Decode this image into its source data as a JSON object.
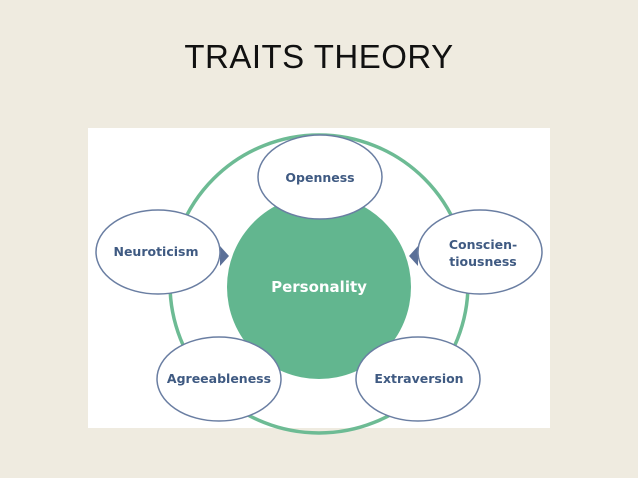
{
  "slide": {
    "title": "TRAITS THEORY"
  },
  "diagram": {
    "center": "Personality",
    "traits": [
      {
        "id": "openness",
        "lines": [
          "Openness"
        ]
      },
      {
        "id": "conscientiousness",
        "lines": [
          "Conscien-",
          "tiousness"
        ]
      },
      {
        "id": "extraversion",
        "lines": [
          "Extraversion"
        ]
      },
      {
        "id": "agreeableness",
        "lines": [
          "Agreeableness"
        ]
      },
      {
        "id": "neuroticism",
        "lines": [
          "Neuroticism"
        ]
      }
    ],
    "colors": {
      "ring": "#6dbb94",
      "center_fill": "#62b68f",
      "center_text": "#ffffff",
      "node_fill": "#ffffff",
      "node_stroke": "#6a7ea2",
      "node_text": "#3f5a82",
      "arrow": "#5b7098"
    }
  }
}
